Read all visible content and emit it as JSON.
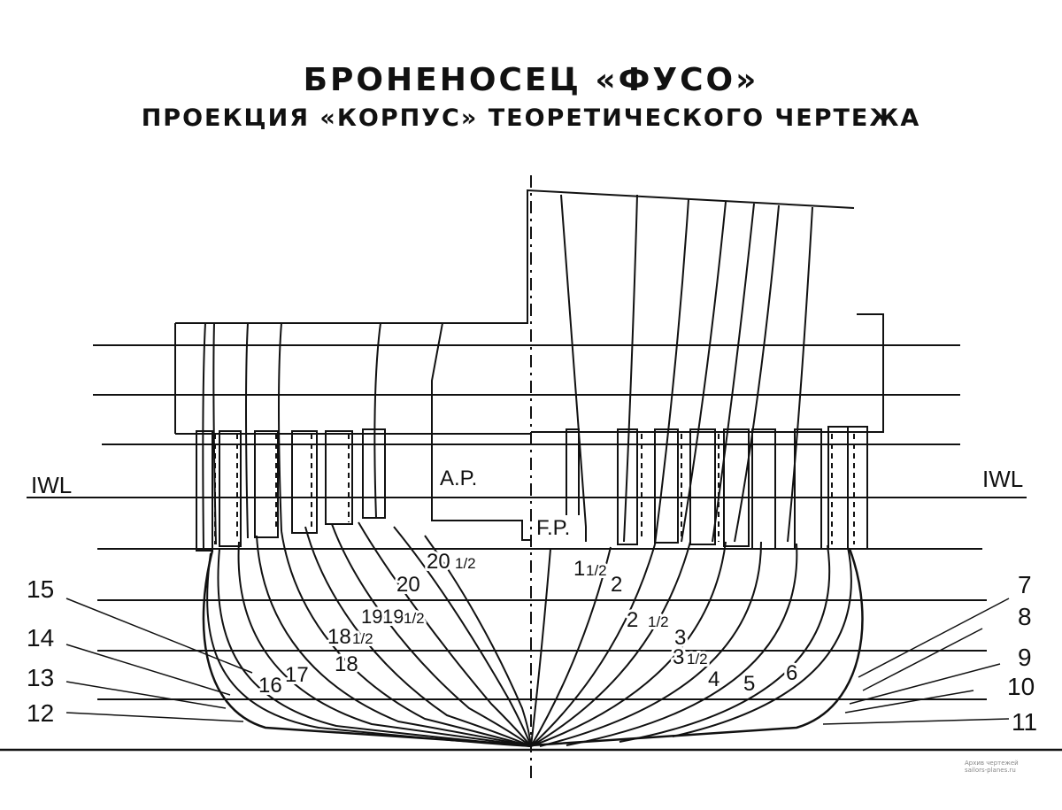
{
  "title": "БРОНЕНОСЕЦ «ФУСО»",
  "subtitle": "ПРОЕКЦИЯ «КОРПУС» ТЕОРЕТИЧЕСКОГО ЧЕРТЕЖА",
  "labels": {
    "iwl_left": "IWL",
    "iwl_right": "IWL",
    "ap": "A.P.",
    "fp": "F.P.",
    "s15": "15",
    "s14": "14",
    "s13": "13",
    "s12": "12",
    "s16": "16",
    "s17": "17",
    "s18": "18",
    "s18h": "18",
    "s19": "19",
    "s19h": "19",
    "s20": "20",
    "s20h": "20",
    "s7": "7",
    "s8": "8",
    "s9": "9",
    "s10": "10",
    "s11": "11",
    "s1h": "1",
    "s2": "2",
    "s2h": "2",
    "s3": "3",
    "s3h": "3",
    "s4": "4",
    "s5": "5",
    "s6": "6",
    "half": "1/2"
  },
  "watermark": {
    "line1": "Архив чертежей",
    "line2": "sailors-planes.ru"
  }
}
